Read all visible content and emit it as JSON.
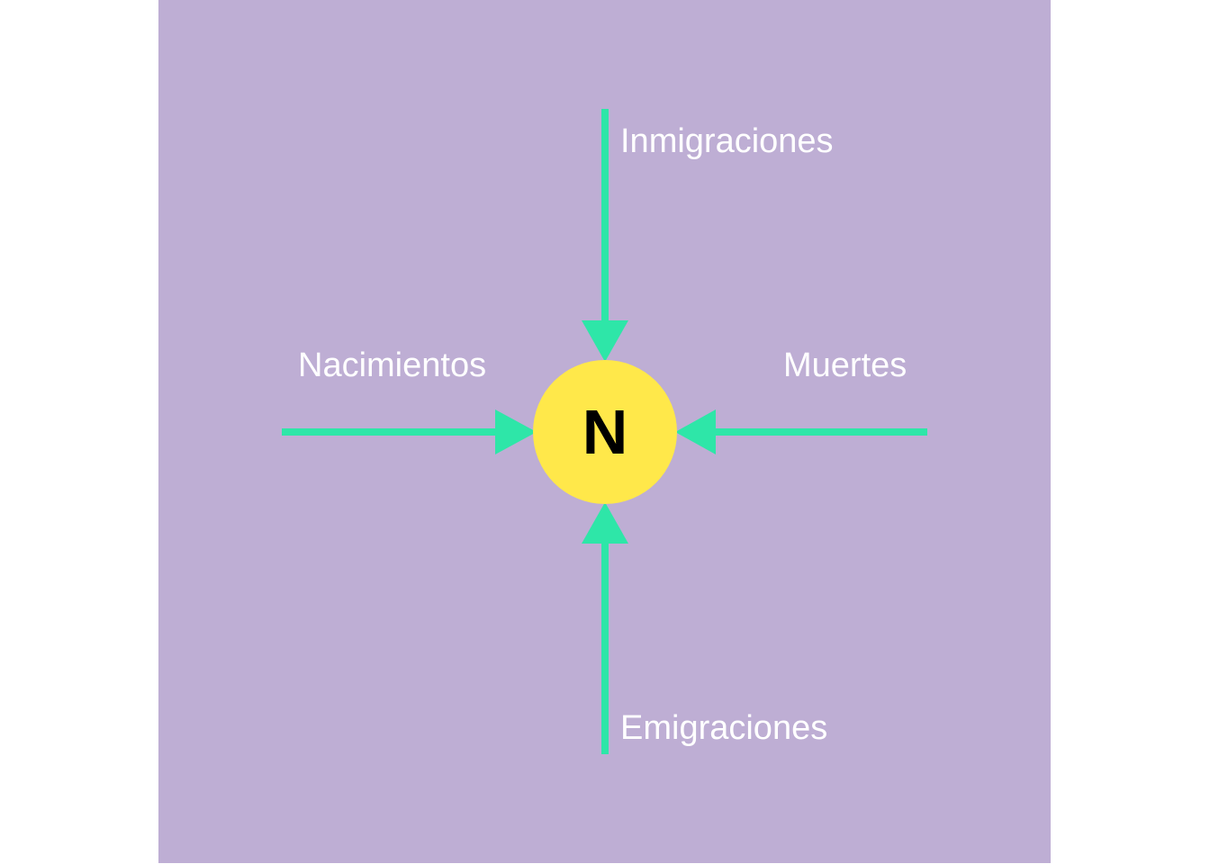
{
  "diagram": {
    "colors": {
      "background": "#BEAED4",
      "arrow": "#2EE6A8",
      "node": "#FFE84A",
      "node_text": "#000000",
      "label_text": "#FFFFFF"
    },
    "node": {
      "label": "N"
    },
    "flows": {
      "top": {
        "label": "Inmigraciones"
      },
      "left": {
        "label": "Nacimientos"
      },
      "right": {
        "label": "Muertes"
      },
      "bottom": {
        "label": "Emigraciones"
      }
    }
  }
}
